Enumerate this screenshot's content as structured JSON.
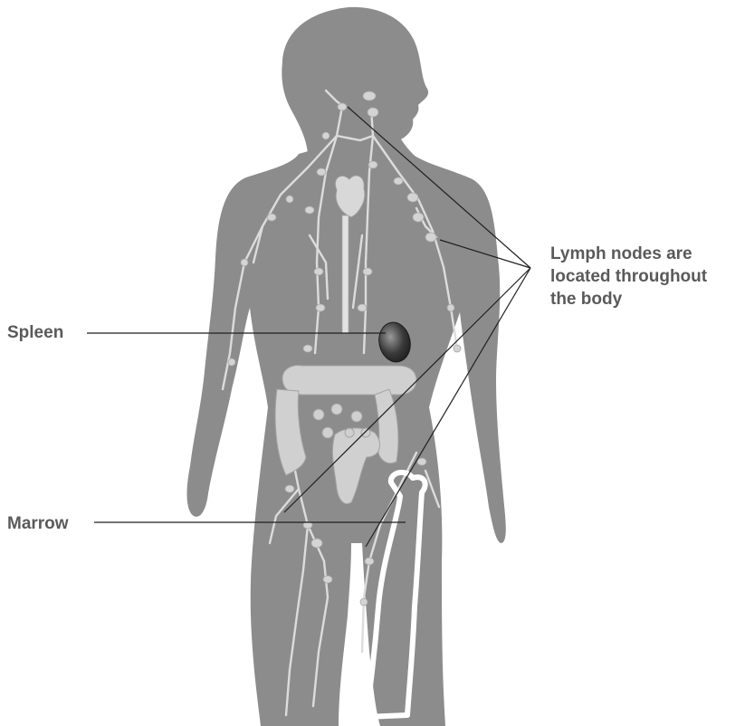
{
  "labels": {
    "spleen": "Spleen",
    "marrow": "Marrow",
    "lymph_line1": "Lymph nodes are",
    "lymph_line2": "located throughout",
    "lymph_line3": "the body"
  }
}
